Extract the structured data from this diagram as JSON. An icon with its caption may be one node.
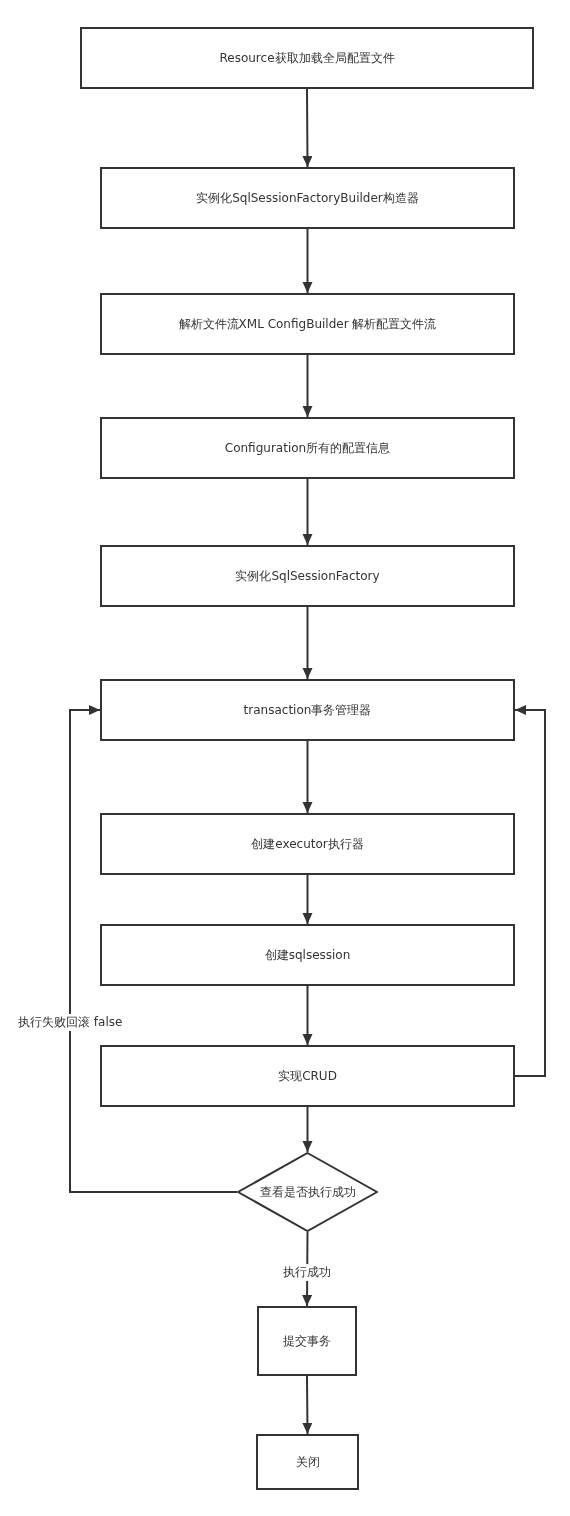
{
  "diagram": {
    "nodes": [
      {
        "text": [
          "Resource获取加载全局配置文件"
        ]
      },
      {
        "text": [
          "实例化SqlSessionFactoryBuilder构造器"
        ]
      },
      {
        "text": [
          "解析文件流XML ConfigBuilder 解析配置文件流"
        ]
      },
      {
        "text": [
          "Configuration所有的配置信息"
        ]
      },
      {
        "text": [
          "实例化SqlSessionFactory"
        ]
      },
      {
        "text": [
          "transaction事务管理器"
        ]
      },
      {
        "text": [
          "创建executor执行器"
        ]
      },
      {
        "text": [
          "创建sqlsession"
        ]
      },
      {
        "text": [
          "实现CRUD"
        ]
      },
      {
        "text": [
          "查看是否执行成功"
        ]
      },
      {
        "text": [
          "提交事务"
        ]
      },
      {
        "text": [
          "关闭"
        ]
      }
    ],
    "edges": [
      {
        "from": 0,
        "to": 1,
        "arrow": "to"
      },
      {
        "from": 1,
        "to": 2,
        "arrow": "to"
      },
      {
        "from": 2,
        "to": 3,
        "arrow": "to"
      },
      {
        "from": 3,
        "to": 4,
        "arrow": "to"
      },
      {
        "from": 4,
        "to": 5,
        "arrow": "to"
      },
      {
        "from": 5,
        "to": 6,
        "arrow": "to"
      },
      {
        "from": 6,
        "to": 7,
        "arrow": "to"
      },
      {
        "from": 7,
        "to": 8,
        "arrow": "to"
      },
      {
        "from": 8,
        "to": 9,
        "arrow": "to"
      },
      {
        "from": 9,
        "to": 5,
        "arrow": "to",
        "label": "执行失败回滚 false"
      },
      {
        "from": 8,
        "to": 5,
        "arrow": "to"
      },
      {
        "from": 9,
        "to": 10,
        "arrow": "to",
        "label": "执行成功"
      },
      {
        "from": 10,
        "to": 11,
        "arrow": "to"
      }
    ]
  }
}
